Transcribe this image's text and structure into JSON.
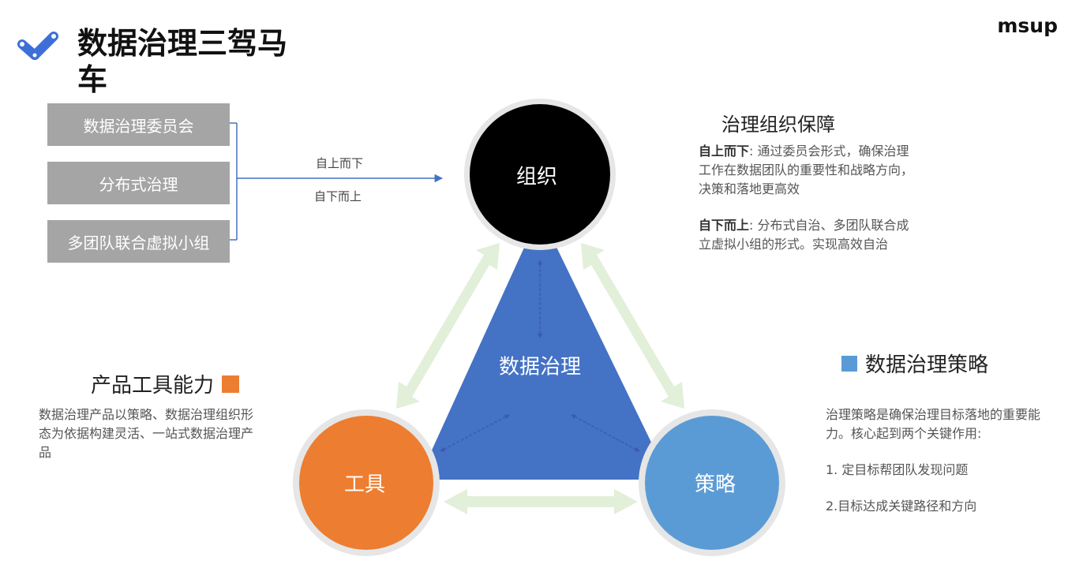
{
  "page": {
    "title": "数据治理三驾马车",
    "brand": "msup"
  },
  "org_boxes": [
    "数据治理委员会",
    "分布式治理",
    "多团队联合虚拟小组"
  ],
  "arrow_labels": {
    "top": "自上而下",
    "bottom": "自下而上"
  },
  "diagram": {
    "center": "数据治理",
    "nodes": {
      "org": {
        "label": "组织",
        "color": "#000000"
      },
      "tool": {
        "label": "工具",
        "color": "#ed7d31"
      },
      "strategy": {
        "label": "策略",
        "color": "#5b9bd5"
      }
    },
    "triangle_color": "#4472c4",
    "arrow_color": "#e2efd9"
  },
  "org_section": {
    "heading": "治理组织保障",
    "p1_lead": "自上而下",
    "p1_text": ": 通过委员会形式，确保治理工作在数据团队的重要性和战略方向，决策和落地更高效",
    "p2_lead": "自下而上",
    "p2_text": ": 分布式自治、多团队联合成立虚拟小组的形式。实现高效自治"
  },
  "tool_section": {
    "heading": "产品工具能力",
    "color": "#ed7d31",
    "text": "数据治理产品以策略、数据治理组织形态为依据构建灵活、一站式数据治理产品"
  },
  "strategy_section": {
    "heading": "数据治理策略",
    "color": "#5b9bd5",
    "text": "治理策略是确保治理目标落地的重要能力。核心起到两个关键作用:",
    "item1": "1. 定目标帮团队发现问题",
    "item2": "2.目标达成关键路径和方向"
  }
}
